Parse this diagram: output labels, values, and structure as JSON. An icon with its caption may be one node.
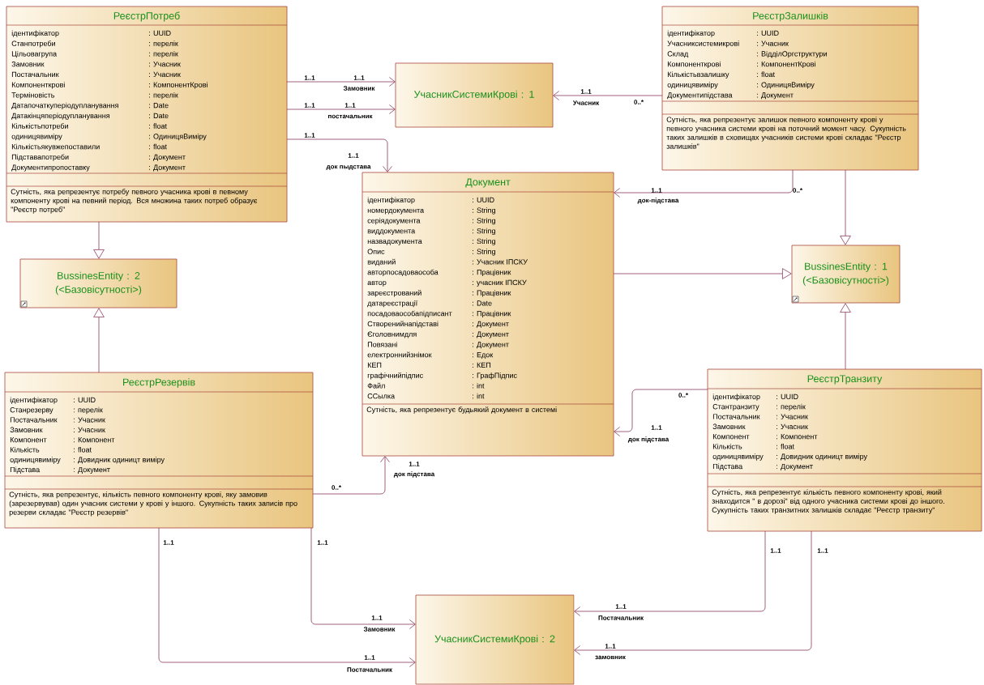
{
  "diagram": {
    "nodes": [
      {
        "text": [
          "РеєстрПотреб",
          "ідентифікатор",
          ": UUID",
          "Станпотреби",
          ": перелік",
          "Цільовагрупа",
          ": перелік",
          "Замовник",
          ": Учасник",
          "Постачальник",
          ": Учасник",
          "Компоненткрові",
          ": КомпонентКрові",
          "Терміновість",
          ": перелік",
          "Датапочаткуперіодупланування",
          ": Date",
          "Датакінцяперіодупланування",
          ": Date",
          "Кількістьпотреби",
          ": float",
          "одиницявиміру",
          ": ОдиницяВиміру",
          "Кількістьякувжепоставили",
          ": float",
          "Підставапотреби",
          ": Документ",
          "Документипропоставку",
          ": Документ",
          "Сутність, яка репрезентує потребу певного учасника крові в певному компоненту крові на певний період. Вся множина таких потреб образує \"Реєстр потреб\""
        ]
      },
      {
        "text": [
          "УчасникСистемиКрові : 1"
        ]
      },
      {
        "text": [
          "РеєстрЗалишків",
          "ідентифікатор",
          ": UUID",
          "Учасниксистемикрові",
          ": Учасник",
          "Склад",
          ": ВідділОргструктури",
          "Компоненткрові",
          ": КомпонентКрові",
          "Кількістьвзалишку",
          ": float",
          "одиницявиміру",
          ": ОдиницяВиміру",
          "Документипідстава",
          ": Документ",
          "Сутність, яка репрезентує залишок певного компоненту крові у певного учасника системи крові на поточний момент часу. Сукупність таких залишків в сховищах учасників системи крові складає \"Реєстр залишків\""
        ]
      },
      {
        "text": [
          "Документ",
          "ідентифікатор",
          ": UUID",
          "номердокумента",
          ": String",
          "серіядокумента",
          ": String",
          "виддокумента",
          ": String",
          "назвадокумента",
          ": String",
          "Опис",
          ": String",
          "виданий",
          ": Учасник ІПСКУ",
          "авторпосадоваособа",
          ": Працівник",
          "автор",
          ": учасник ІПСКУ",
          "зареєстрований",
          ": Працівник",
          "датареєстрації",
          ": Date",
          "посадоваособапідписант",
          ": Працівник",
          "Створенийнапідставі",
          ": Документ",
          "Єголовнимдля",
          ": Документ",
          "Повязані",
          ": Документ",
          "електроннийзнімок",
          ": Едок",
          "КЕП",
          ": КЕП",
          "графічнийпідпис",
          ": ГрафПідпис",
          "Файл",
          ": int",
          "ССылка",
          ": int",
          "Сутність, яка репрезентує будьякий документ в системі"
        ]
      },
      {
        "text": [
          "BussinesEntity : 2 (<Базовісутності>)"
        ]
      },
      {
        "text": [
          "BussinesEntity : 1 (<Базовісутності>)"
        ]
      },
      {
        "text": [
          "РеєстрРезервів",
          "ідентифікатор",
          ": UUID",
          "Станрезерву",
          ": перелік",
          "Постачальник",
          ": Учасник",
          "Замовник",
          ": Учасник",
          "Компонент",
          ": Компонент",
          "Кількість",
          ": float",
          "одиницявиміру",
          ": Довидник одиницт виміру",
          "Підстава",
          ": Документ",
          "Сутність, яка репрезентує, кількість певного компоненту крові, яку замовив (зарезервував) один учасник системи у крові у іншого. Сукупність таких записів про резерви складає \"Реєстр резервів\""
        ]
      },
      {
        "text": [
          "РеєстрТранзиту",
          "ідентифікатор",
          ": UUID",
          "Стантранзиту",
          ": перелік",
          "Постачальник",
          ": Учасник",
          "Замовник",
          ": Учасник",
          "Компонент",
          ": Компонент",
          "Кількість",
          ": float",
          "одиницявиміру",
          ": Довидник одиницт виміру",
          "Підстава",
          ": Документ",
          "Сутність, яка репрезентує кількість певного компоненту крові, який знаходится \" в дорозі\" від одного учасника системи крові до іншого. Сукупність таких транзитних залишків складає \"Реєстр транзиту\""
        ]
      },
      {
        "text": [
          "УчасникСистемиКрові : 2"
        ]
      }
    ],
    "edges": [
      {
        "from": 0,
        "to": 1,
        "arrow": "to",
        "label": "Замовник"
      },
      {
        "from": 0,
        "to": 1,
        "arrow": "to",
        "label": "постачальник"
      },
      {
        "from": 0,
        "to": 3,
        "arrow": "to",
        "label": "док пыдстава"
      },
      {
        "from": 2,
        "to": 1,
        "arrow": "to",
        "label": "Учасник"
      },
      {
        "from": 2,
        "to": 3,
        "arrow": "to",
        "label": "док-підстава"
      },
      {
        "from": 0,
        "to": 4,
        "arrow": "to"
      },
      {
        "from": 6,
        "to": 4,
        "arrow": "to"
      },
      {
        "from": 2,
        "to": 5,
        "arrow": "to"
      },
      {
        "from": 3,
        "to": 5,
        "arrow": "to"
      },
      {
        "from": 7,
        "to": 5,
        "arrow": "to"
      },
      {
        "from": 7,
        "to": 3,
        "arrow": "to",
        "label": "док підстава"
      },
      {
        "from": 6,
        "to": 3,
        "arrow": "to",
        "label": "док підстава"
      },
      {
        "from": 6,
        "to": 8,
        "arrow": "to",
        "label": "Замовник"
      },
      {
        "from": 6,
        "to": 8,
        "arrow": "to",
        "label": "Постачальник"
      },
      {
        "from": 7,
        "to": 8,
        "arrow": "to",
        "label": "Постачальник"
      },
      {
        "from": 7,
        "to": 8,
        "arrow": "to",
        "label": "замовник"
      }
    ],
    "labels": [
      "1..1",
      "1..1",
      "1..1",
      "1..1",
      "1..1",
      "1..1",
      "1..1",
      "0..*",
      "1..1",
      "0..*",
      "0..*",
      "1..1",
      "0..*",
      "1..1",
      "1..1",
      "1..1",
      "1..1",
      "1..1",
      "1..1",
      "1..1",
      "1..1",
      "1..1"
    ]
  }
}
